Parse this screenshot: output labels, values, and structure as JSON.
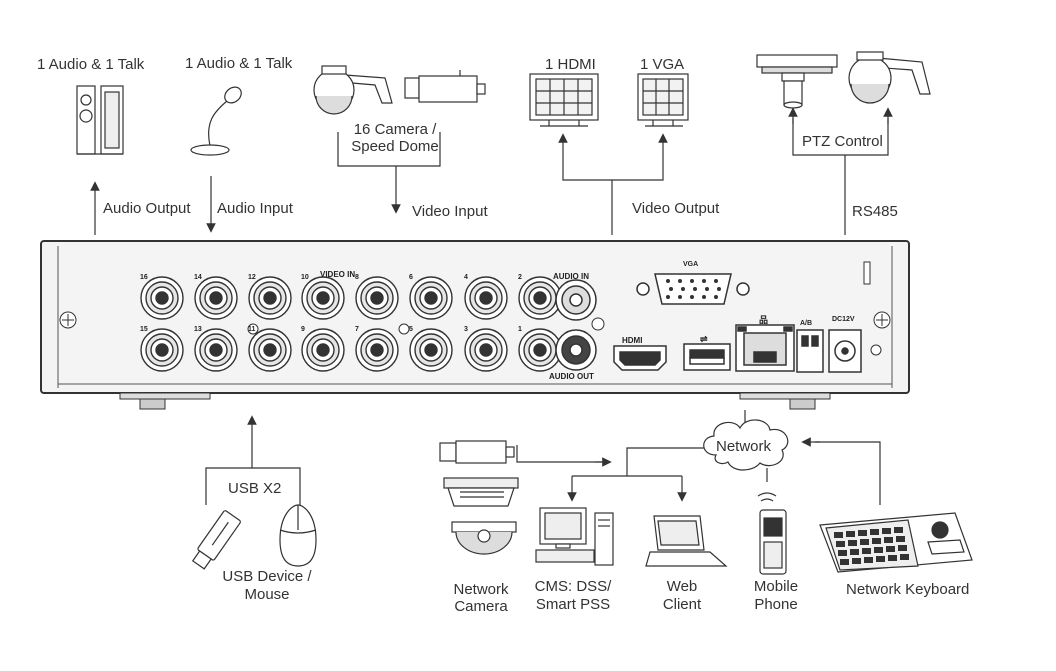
{
  "labels": {
    "audio_talk_left": "1 Audio  & 1 Talk",
    "audio_talk_right": "1 Audio & 1 Talk",
    "camera_line1": "16  Camera /",
    "camera_line2": "Speed Dome",
    "hdmi": "1 HDMI",
    "vga": "1 VGA",
    "ptz_control": "PTZ Control",
    "audio_output": "Audio  Output",
    "audio_input": "Audio  Input",
    "video_input": "Video Input",
    "video_output": "Video Output",
    "rs485": "RS485",
    "usb_x2": "USB X2",
    "usb_device_line1": "USB Device /",
    "usb_device_line2": "Mouse",
    "network": "Network",
    "network_camera_line1": "Network",
    "network_camera_line2": "Camera",
    "cms_line1": "CMS: DSS/",
    "cms_line2": "Smart PSS",
    "web_line1": "Web",
    "web_line2": "Client",
    "mobile_line1": "Mobile",
    "mobile_line2": "Phone",
    "network_keyboard": "Network Keyboard"
  },
  "panel": {
    "video_in": "VIDEO IN",
    "audio_in": "AUDIO IN",
    "audio_out": "AUDIO OUT",
    "vga": "VGA",
    "hdmi": "HDMI",
    "ab": "A/B",
    "dc12v": "DC12V",
    "bnc_top": [
      "16",
      "14",
      "12",
      "10",
      "8",
      "6",
      "4",
      "2"
    ],
    "bnc_bottom": [
      "15",
      "13",
      "11",
      "9",
      "7",
      "5",
      "3",
      "1"
    ]
  },
  "colors": {
    "line": "#333333",
    "panel": "#f4f4f4"
  }
}
